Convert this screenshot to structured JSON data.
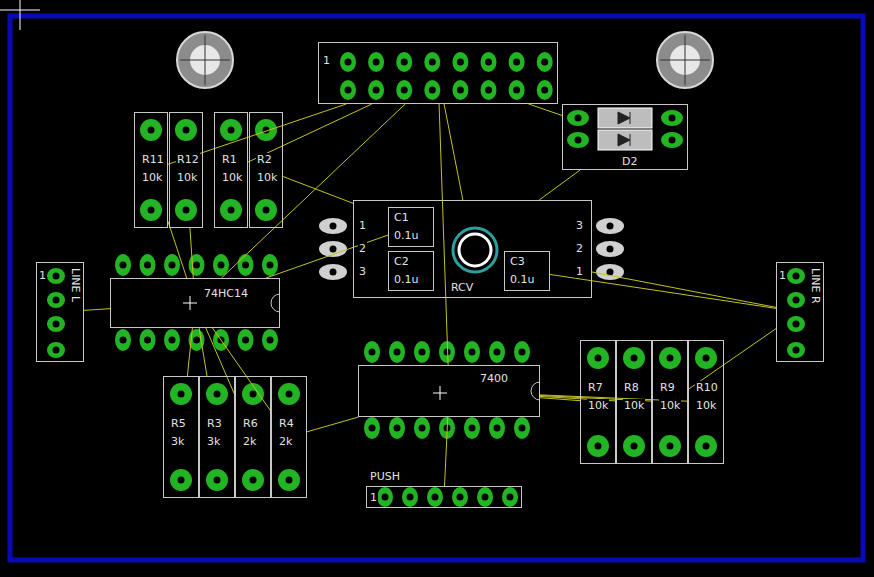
{
  "diagram": {
    "nodes": [
      {
        "text": [
          "1"
        ]
      },
      {
        "text": [
          "R11",
          "10k"
        ]
      },
      {
        "text": [
          "R12",
          "10k"
        ]
      },
      {
        "text": [
          "R1",
          "10k"
        ]
      },
      {
        "text": [
          "R2",
          "10k"
        ]
      },
      {
        "text": [
          "D2"
        ]
      },
      {
        "text": [
          "RCV"
        ]
      },
      {
        "text": [
          "C1",
          "0.1u"
        ],
        "in": 6
      },
      {
        "text": [
          "C2",
          "0.1u"
        ],
        "in": 6
      },
      {
        "text": [
          "C3",
          "0.1u"
        ],
        "in": 6
      },
      {
        "text": [
          "LINE L",
          "1"
        ]
      },
      {
        "text": [
          "74HC14"
        ]
      },
      {
        "text": [
          "LINE R",
          "1"
        ]
      },
      {
        "text": [
          "7400"
        ]
      },
      {
        "text": [
          "R7",
          "10k"
        ]
      },
      {
        "text": [
          "R8",
          "10k"
        ]
      },
      {
        "text": [
          "R9",
          "10k"
        ]
      },
      {
        "text": [
          "R10",
          "10k"
        ]
      },
      {
        "text": [
          "R5",
          "3k"
        ]
      },
      {
        "text": [
          "R3",
          "3k"
        ]
      },
      {
        "text": [
          "R6",
          "2k"
        ]
      },
      {
        "text": [
          "R4",
          "2k"
        ]
      },
      {
        "text": [
          "PUSH",
          "1"
        ]
      }
    ],
    "edges": [
      {
        "from": 0,
        "to": 11,
        "arrow": "none"
      },
      {
        "from": 0,
        "to": 13,
        "arrow": "none"
      },
      {
        "from": 0,
        "to": 6,
        "arrow": "none"
      },
      {
        "from": 0,
        "to": 5,
        "arrow": "none"
      },
      {
        "from": 0,
        "to": 1,
        "arrow": "none"
      },
      {
        "from": 0,
        "to": 3,
        "arrow": "none"
      },
      {
        "from": 5,
        "to": 6,
        "arrow": "none"
      },
      {
        "from": 6,
        "to": 12,
        "arrow": "none"
      },
      {
        "from": 11,
        "to": 10,
        "arrow": "none"
      },
      {
        "from": 11,
        "to": 18,
        "arrow": "none"
      },
      {
        "from": 11,
        "to": 19,
        "arrow": "none"
      },
      {
        "from": 11,
        "to": 20,
        "arrow": "none"
      },
      {
        "from": 11,
        "to": 21,
        "arrow": "none"
      },
      {
        "from": 1,
        "to": 11,
        "arrow": "none"
      },
      {
        "from": 2,
        "to": 11,
        "arrow": "none"
      },
      {
        "from": 4,
        "to": 6,
        "arrow": "none"
      },
      {
        "from": 13,
        "to": 22,
        "arrow": "none"
      },
      {
        "from": 13,
        "to": 14,
        "arrow": "none"
      },
      {
        "from": 13,
        "to": 15,
        "arrow": "none"
      },
      {
        "from": 13,
        "to": 16,
        "arrow": "none"
      },
      {
        "from": 13,
        "to": 17,
        "arrow": "none"
      },
      {
        "from": 12,
        "to": 16,
        "arrow": "none"
      },
      {
        "from": 21,
        "to": 13,
        "arrow": "none"
      },
      {
        "from": 7,
        "to": 11,
        "arrow": "none"
      },
      {
        "from": 9,
        "to": 12,
        "arrow": "none"
      }
    ],
    "labels": [
      "1",
      "2",
      "3",
      "3",
      "2",
      "1"
    ]
  }
}
